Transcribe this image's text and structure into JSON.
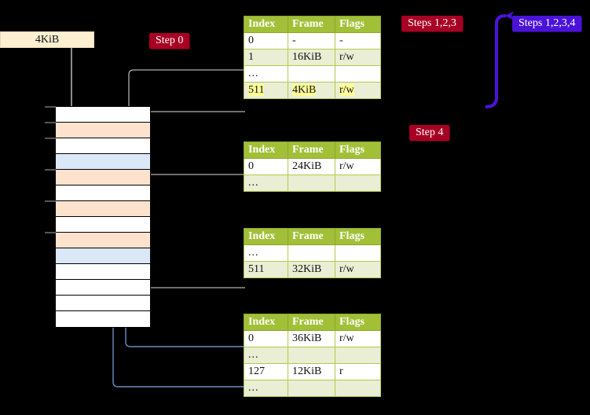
{
  "diagram": {
    "size_box": {
      "label": "4KiB"
    },
    "step_labels": [
      {
        "text": "Step 0",
        "style": "red"
      },
      {
        "text": "Steps 1,2,3",
        "style": "red"
      },
      {
        "text": "Steps 1,2,3,4",
        "style": "blue"
      },
      {
        "text": "Step 4",
        "style": "red"
      }
    ],
    "memory_column": {
      "rows": [
        {
          "fill": "white"
        },
        {
          "fill": "peach"
        },
        {
          "fill": "white"
        },
        {
          "fill": "blue"
        },
        {
          "fill": "peach"
        },
        {
          "fill": "white"
        },
        {
          "fill": "peach"
        },
        {
          "fill": "white"
        },
        {
          "fill": "peach"
        },
        {
          "fill": "blue"
        },
        {
          "fill": "white"
        },
        {
          "fill": "white"
        },
        {
          "fill": "white"
        },
        {
          "fill": "white"
        }
      ]
    },
    "tables": [
      {
        "name": "level-1-table",
        "headers": [
          "Index",
          "Frame",
          "Flags"
        ],
        "rows": [
          {
            "cells": [
              "0",
              "-",
              "-"
            ],
            "highlight": false
          },
          {
            "cells": [
              "1",
              "16KiB",
              "r/w"
            ],
            "highlight": false
          },
          {
            "cells": [
              "...",
              "",
              ""
            ],
            "highlight": false
          },
          {
            "cells": [
              "511",
              "4KiB",
              "r/w"
            ],
            "highlight": true
          }
        ]
      },
      {
        "name": "level-2-table",
        "headers": [
          "Index",
          "Frame",
          "Flags"
        ],
        "rows": [
          {
            "cells": [
              "0",
              "24KiB",
              "r/w"
            ],
            "highlight": false
          },
          {
            "cells": [
              "...",
              "",
              ""
            ],
            "highlight": false
          }
        ]
      },
      {
        "name": "level-3-table",
        "headers": [
          "Index",
          "Frame",
          "Flags"
        ],
        "rows": [
          {
            "cells": [
              "...",
              "",
              ""
            ],
            "highlight": false
          },
          {
            "cells": [
              "511",
              "32KiB",
              "r/w"
            ],
            "highlight": false
          }
        ]
      },
      {
        "name": "level-4-table",
        "headers": [
          "Index",
          "Frame",
          "Flags"
        ],
        "rows": [
          {
            "cells": [
              "0",
              "36KiB",
              "r/w"
            ],
            "highlight": false
          },
          {
            "cells": [
              "...",
              "",
              ""
            ],
            "highlight": false
          },
          {
            "cells": [
              "127",
              "12KiB",
              "r"
            ],
            "highlight": false
          },
          {
            "cells": [
              "...",
              "",
              ""
            ],
            "highlight": false
          }
        ]
      }
    ],
    "colors": {
      "table_header": "#a2c037",
      "table_row_alt": "#e9eed4",
      "highlight": "#ffff99",
      "step_red": "#a80024",
      "step_blue": "#4b13d8",
      "memory_peach": "#fde3cd",
      "memory_blue": "#dbe8f7",
      "size_box": "#fcefd2",
      "wire_gray": "#b0b0b0",
      "wire_blue": "#6b8fc4"
    }
  }
}
